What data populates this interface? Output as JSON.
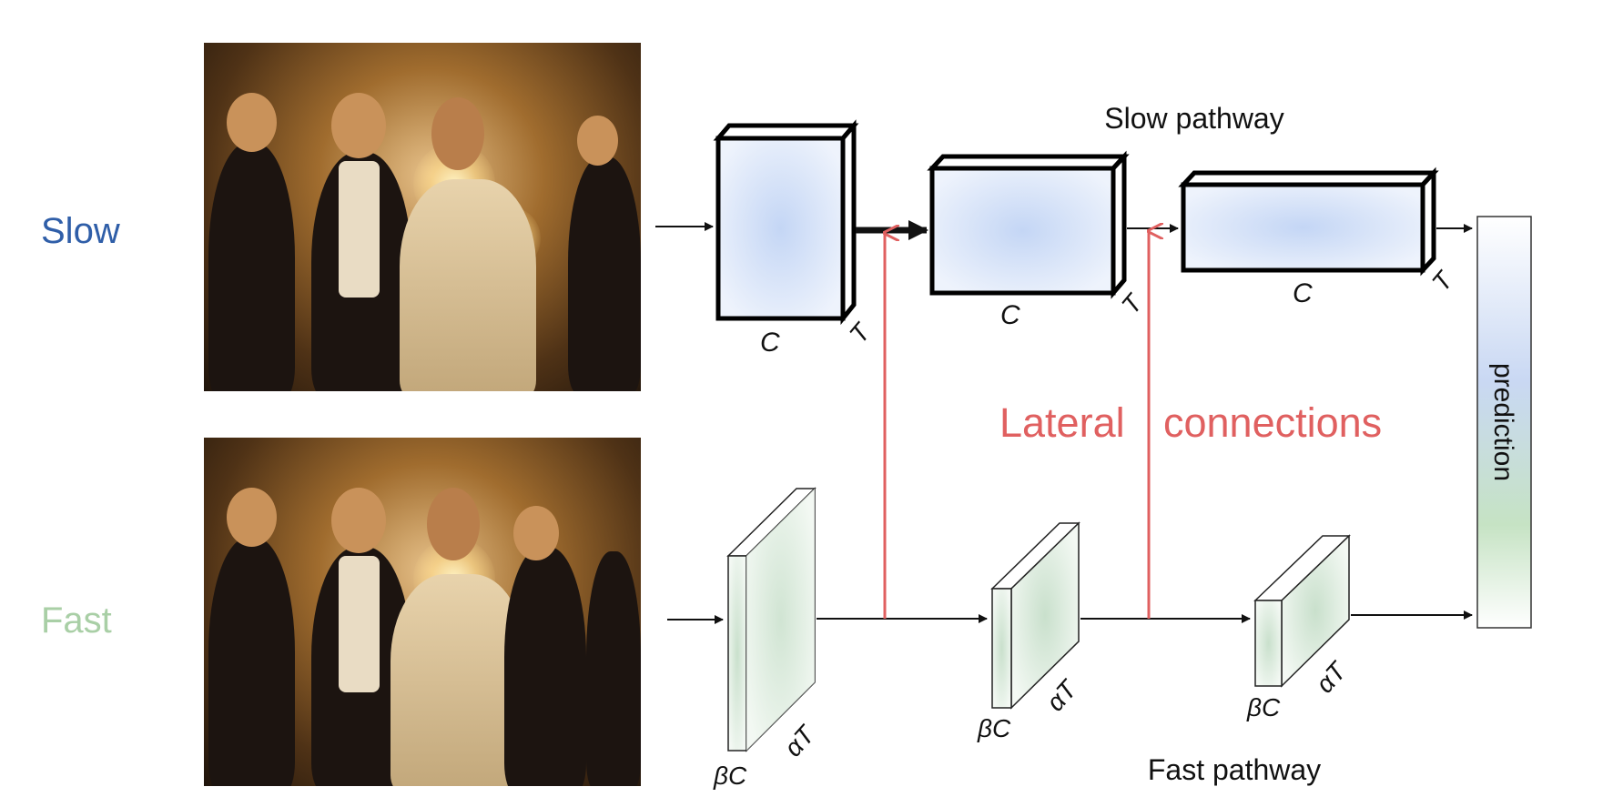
{
  "labels": {
    "slow_row": "Slow",
    "fast_row": "Fast",
    "slow_pathway": "Slow pathway",
    "fast_pathway": "Fast pathway",
    "lateral_word1": "Lateral",
    "lateral_word2": "connections",
    "prediction": "prediction"
  },
  "slow_blocks": [
    {
      "channel": "C",
      "time": "T"
    },
    {
      "channel": "C",
      "time": "T"
    },
    {
      "channel": "C",
      "time": "T"
    }
  ],
  "fast_blocks": [
    {
      "channel": "βC",
      "time": "αT"
    },
    {
      "channel": "βC",
      "time": "αT"
    },
    {
      "channel": "βC",
      "time": "αT"
    }
  ],
  "colors": {
    "slow_text": "#2f5ea8",
    "fast_text": "#a9cfa6",
    "lateral": "#e06060",
    "slow_fill": "#c4d6f5",
    "fast_fill": "#d6e7d8",
    "line": "#111111"
  }
}
